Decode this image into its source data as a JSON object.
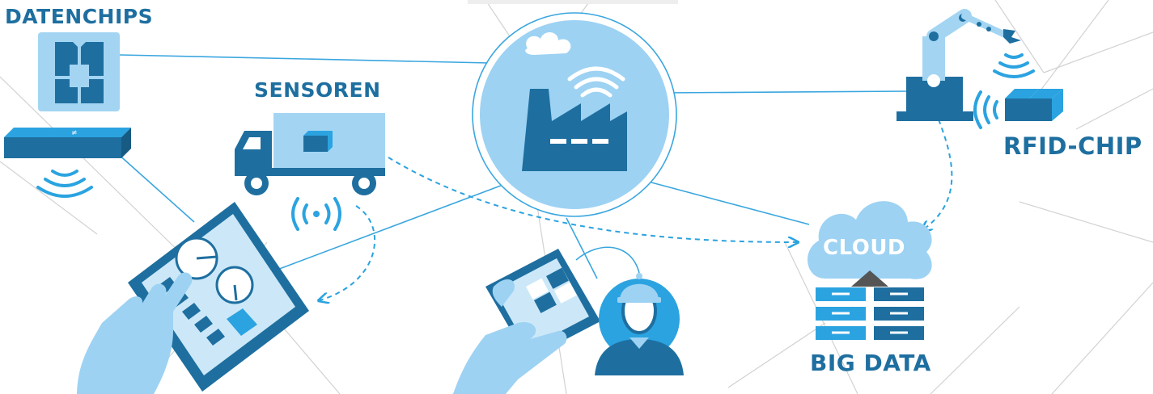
{
  "labels": {
    "datenchips": "DATENCHIPS",
    "sensoren": "SENSOREN",
    "rfid_chip": "RFID-CHIP",
    "cloud": "CLOUD",
    "big_data": "BIG DATA"
  },
  "colors": {
    "dark_blue": "#1e6fa0",
    "mid_blue": "#2ba3e0",
    "light_blue": "#9dd2f3",
    "pale_blue": "#cce8f8",
    "line_blue": "#3aa6df",
    "web_grey": "#d2d2d2"
  },
  "icons": [
    "chip-icon",
    "sensor-device-icon",
    "wifi-waves-icon",
    "truck-icon",
    "broadcast-icon",
    "factory-icon",
    "robot-arm-icon",
    "rfid-chip-icon",
    "tablet-icon",
    "hand-icon",
    "smartphone-icon",
    "worker-icon",
    "cloud-icon",
    "server-icon"
  ]
}
